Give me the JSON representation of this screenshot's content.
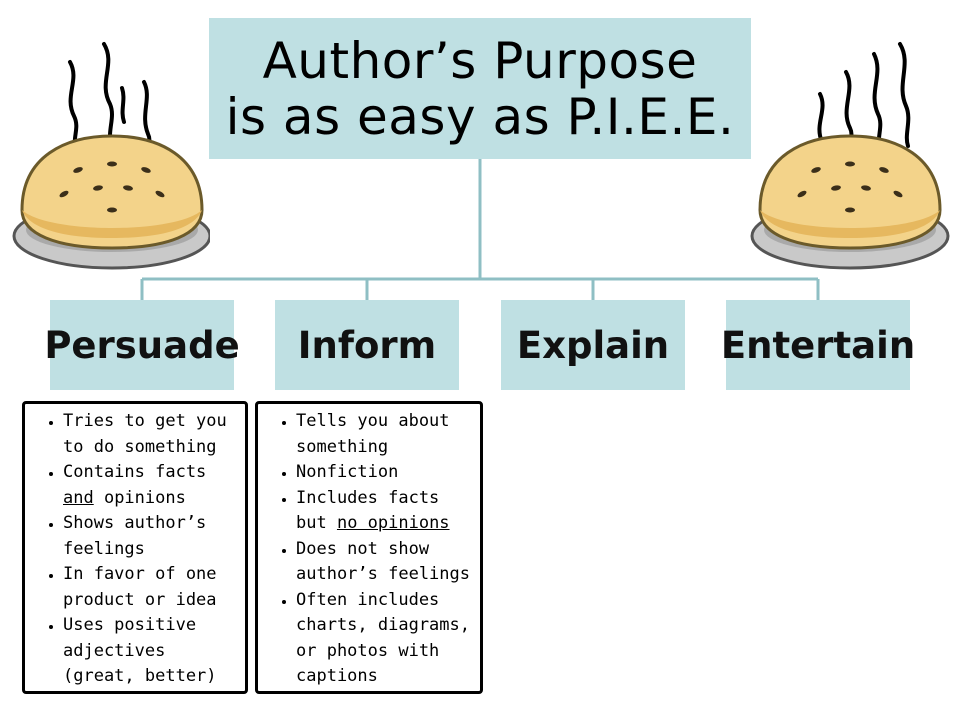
{
  "title": {
    "line1": "Author’s Purpose",
    "line2": "is as easy as P.I.E.E."
  },
  "categories": [
    {
      "label": "Persuade"
    },
    {
      "label": "Inform"
    },
    {
      "label": "Explain"
    },
    {
      "label": "Entertain"
    }
  ],
  "persuade_details": {
    "item1": "Tries to get you to do something",
    "item2_before": "Contains facts ",
    "item2_underlined": "and",
    "item2_after": " opinions",
    "item3": "Shows author’s feelings",
    "item4": "In favor of one product or idea",
    "item5": "Uses positive adjectives (great, better)"
  },
  "inform_details": {
    "item1": "Tells you about something",
    "item2": "Nonfiction",
    "item3_before": "Includes facts but ",
    "item3_underlined": "no opinions",
    "item4": "Does not show author’s feelings",
    "item5": "Often includes charts, diagrams, or photos with captions"
  },
  "icons": {
    "left": "steaming-pie-icon",
    "right": "steaming-pie-icon"
  },
  "colors": {
    "box_fill": "#bfe0e3",
    "connector": "#8fbfc4",
    "pie_crust": "#f3d38a",
    "pie_dish": "#c9c9c9"
  }
}
